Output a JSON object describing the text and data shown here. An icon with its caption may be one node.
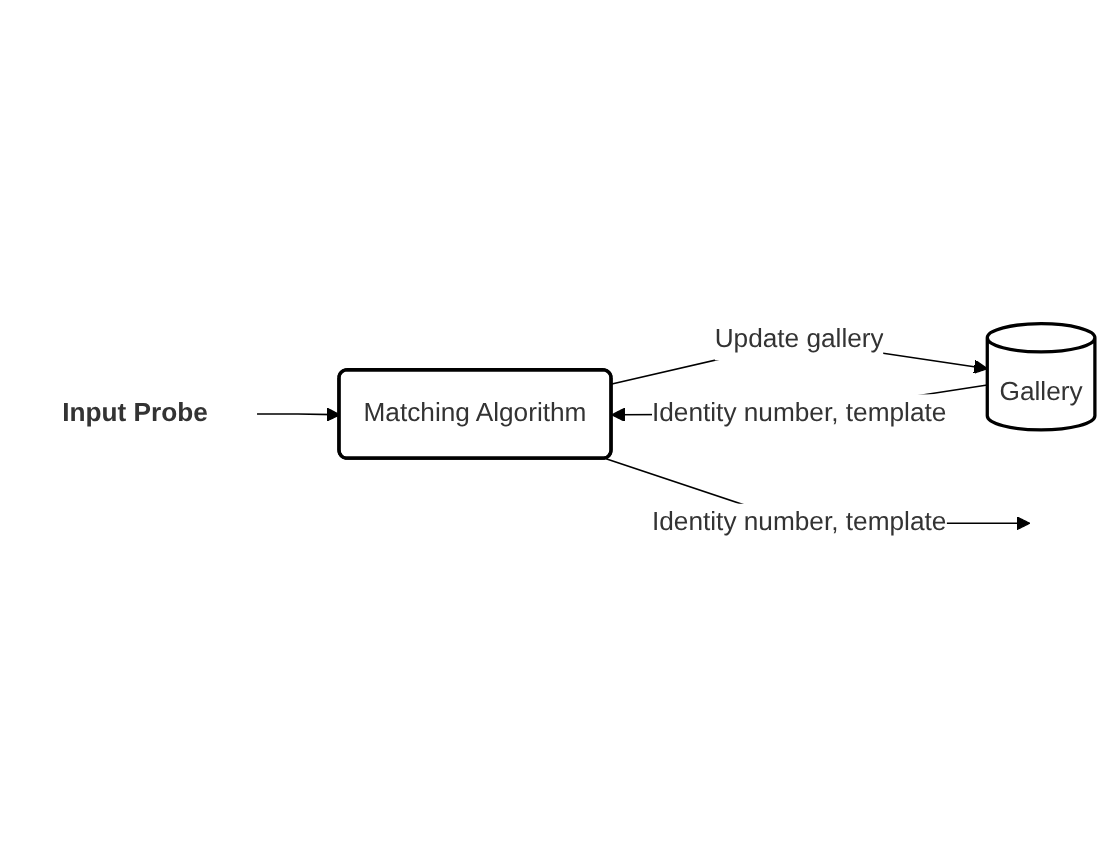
{
  "diagram": {
    "nodes": [
      {
        "text": [
          "Input Probe"
        ]
      },
      {
        "text": [
          "Matching Algorithm"
        ]
      },
      {
        "text": [
          "Gallery"
        ]
      }
    ],
    "edges": [
      {
        "from": 0,
        "to": 1,
        "arrow": "to"
      },
      {
        "from": 2,
        "to": 1,
        "arrow": "to",
        "label": "Identity number, template"
      },
      {
        "from": 1,
        "to": 2,
        "arrow": "to",
        "label": "Update gallery"
      },
      {
        "from": 1,
        "to": null,
        "arrow": "to",
        "label": "Identity number, template"
      }
    ]
  }
}
